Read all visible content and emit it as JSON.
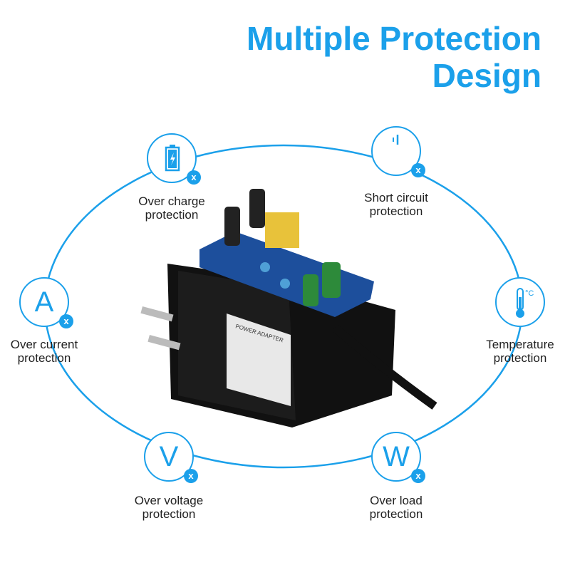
{
  "title_line1": "Multiple Protection",
  "title_line2": "Design",
  "accent": "#1ba0ea",
  "features": [
    {
      "icon": "battery-icon",
      "line1": "Over charge",
      "line2": "protection"
    },
    {
      "icon": "power-icon",
      "line1": "Short circuit",
      "line2": "protection"
    },
    {
      "icon": "ampere-icon",
      "glyph": "A",
      "line1": "Over current",
      "line2": "protection"
    },
    {
      "icon": "thermometer-icon",
      "line1": "Temperature",
      "line2": "protection"
    },
    {
      "icon": "volt-icon",
      "glyph": "V",
      "line1": "Over voltage",
      "line2": "protection"
    },
    {
      "icon": "watt-icon",
      "glyph": "W",
      "line1": "Over load",
      "line2": "protection"
    }
  ],
  "badge": "x",
  "product_label": "POWER ADAPTER"
}
